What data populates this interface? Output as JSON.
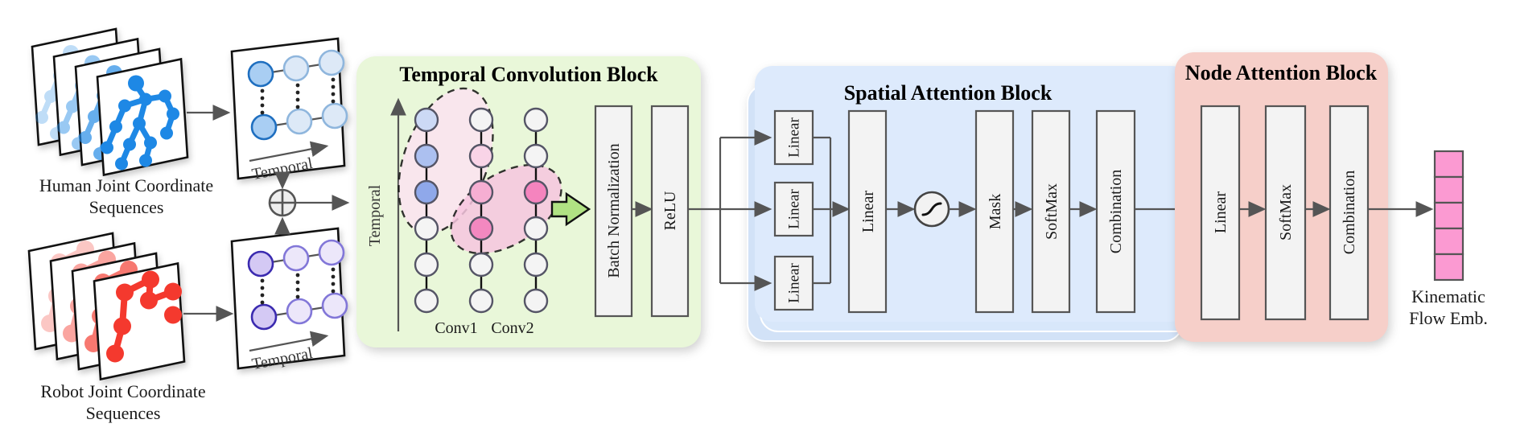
{
  "inputs": {
    "human": {
      "label_line1": "Human Joint Coordinate",
      "label_line2": "Sequences",
      "panel_axis_label": "Temporal"
    },
    "robot": {
      "label_line1": "Robot Joint Coordinate",
      "label_line2": "Sequences",
      "panel_axis_label": "Temporal"
    }
  },
  "temporal_conv_block": {
    "title": "Temporal Convolution Block",
    "axis_label": "Temporal",
    "conv1_label": "Conv1",
    "conv2_label": "Conv2",
    "batch_norm_label": "Batch Normalization",
    "relu_label": "ReLU"
  },
  "spatial_attention_block": {
    "title": "Spatial Attention Block",
    "linear_branch1": "Linear",
    "linear_branch2": "Linear",
    "linear_branch3": "Linear",
    "linear_main": "Linear",
    "mask_label": "Mask",
    "softmax_label": "SoftMax",
    "combination_label": "Combination"
  },
  "node_attention_block": {
    "title": "Node Attention Block",
    "linear_label": "Linear",
    "softmax_label": "SoftMax",
    "combination_label": "Combination"
  },
  "output": {
    "label_line1": "Kinematic",
    "label_line2": "Flow Emb."
  },
  "colors": {
    "temporal_conv_block_bg": "#e9f7d9",
    "spatial_attention_block_bg": "#ddeafc",
    "node_attention_block_bg": "#f6cfc9",
    "box_fill": "#f3f3f3",
    "box_border": "#555555",
    "arrow": "#555555",
    "human_skeleton": "#1e88e5",
    "robot_skeleton": "#f4392e",
    "graph_node_blue_dark": "#8fa8ea",
    "graph_node_pink_dark": "#f388c0",
    "panel_node_blue": "#a9cef3",
    "panel_node_purple": "#d4c9f4",
    "embedding_fill": "#fb9ad2",
    "conv_arrow_fill": "#b0e283",
    "highlight_region_1": "#fce4f1",
    "highlight_region_2": "#f7c6e0"
  }
}
